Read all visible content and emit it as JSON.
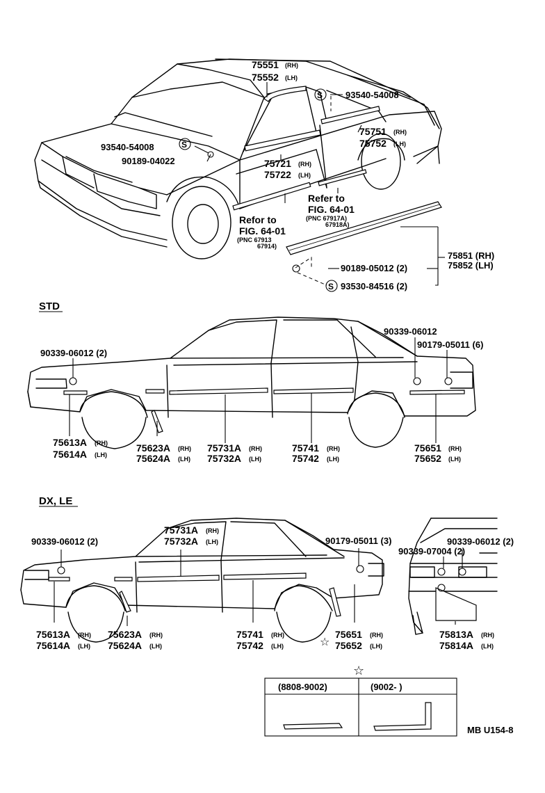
{
  "top": {
    "p75551": "75551",
    "p75551s": "(RH)",
    "p75552": "75552",
    "p75552s": "(LH)",
    "p93540a": "93540-54008",
    "p93540b": "93540-54008",
    "p90189a": "90189-04022",
    "p75751": "75751",
    "p75751s": "(RH)",
    "p75752": "75752",
    "p75752s": "(LH)",
    "p75721": "75721",
    "p75721s": "(RH)",
    "p75722": "75722",
    "p75722s": "(LH)",
    "refer1a": "Refer to",
    "refer1b": "FIG. 64-01",
    "pnc1a": "(PNC 67917A)",
    "pnc1b": "67918A)",
    "refer2a": "Refor to",
    "refer2b": "FIG. 64-01",
    "pnc2a": "(PNC 67913",
    "pnc2b": "67914)",
    "p75851": "75851 (RH)",
    "p75852": "75852 (LH)",
    "p90189b": "90189-05012 (2)",
    "p93530": "93530-84516 (2)",
    "s_symbol": "S"
  },
  "std": {
    "label": "STD",
    "p90339a": "90339-06012 (2)",
    "p90339b": "90339-06012",
    "p90179": "90179-05011 (6)",
    "p75613": "75613A",
    "p75613s": "(RH)",
    "p75614": "75614A",
    "p75614s": "(LH)",
    "p75623": "75623A",
    "p75623s": "(RH)",
    "p75624": "75624A",
    "p75624s": "(LH)",
    "p75731": "75731A",
    "p75731s": "(RH)",
    "p75732": "75732A",
    "p75732s": "(LH)",
    "p75741": "75741",
    "p75741s": "(RH)",
    "p75742": "75742",
    "p75742s": "(LH)",
    "p75651": "75651",
    "p75651s": "(RH)",
    "p75652": "75652",
    "p75652s": "(LH)"
  },
  "dx": {
    "label": "DX,  LE",
    "p75731": "75731A",
    "p75731s": "(RH)",
    "p75732": "75732A",
    "p75732s": "(LH)",
    "p90339a": "90339-06012 (2)",
    "p90179": "90179-05011 (3)",
    "p90339b": "90339-06012 (2)",
    "p90339c": "90339-07004 (2)",
    "p75613": "75613A",
    "p75613s": "(RH)",
    "p75614": "75614A",
    "p75614s": "(LH)",
    "p75623": "75623A",
    "p75623s": "(RH)",
    "p75624": "75624A",
    "p75624s": "(LH)",
    "p75741": "75741",
    "p75741s": "(RH)",
    "p75742": "75742",
    "p75742s": "(LH)",
    "p75651": "75651",
    "p75651s": "(RH)",
    "p75652": "75652",
    "p75652s": "(LH)",
    "p75813": "75813A",
    "p75813s": "(RH)",
    "p75814": "75814A",
    "p75814s": "(LH)",
    "star": "☆"
  },
  "table": {
    "star": "☆",
    "col1": "(8808-9002)",
    "col2": "(9002-      )"
  },
  "footer": {
    "code": "MB  U154-8"
  }
}
